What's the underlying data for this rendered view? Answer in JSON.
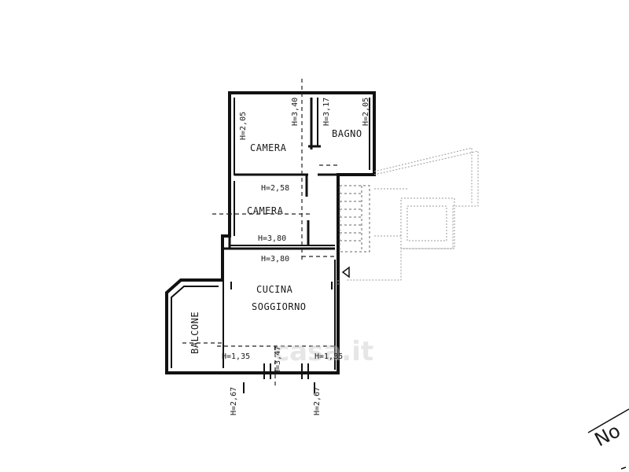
{
  "plan": {
    "rooms": {
      "camera_top": "CAMERA",
      "bagno": "BAGNO",
      "camera_mid": "CAMERA",
      "cucina": "CUCINA",
      "soggiorno": "SOGGIORNO",
      "balcone": "BALCONE"
    },
    "heights": {
      "h_205_left": "H=2,05",
      "h_340": "H=3,40",
      "h_317": "H=3,17",
      "h_205_right": "H=2,05",
      "h_258": "H=2,58",
      "h_380_a": "H=3,80",
      "h_380_b": "H=3,80",
      "h_135_left": "H=1,35",
      "h_347": "H=3,47",
      "h_135_right": "H=1,35",
      "h_267_left": "H=2,67",
      "h_267_right": "H=2,67"
    },
    "watermark": "casa.it",
    "north_label": "No"
  }
}
